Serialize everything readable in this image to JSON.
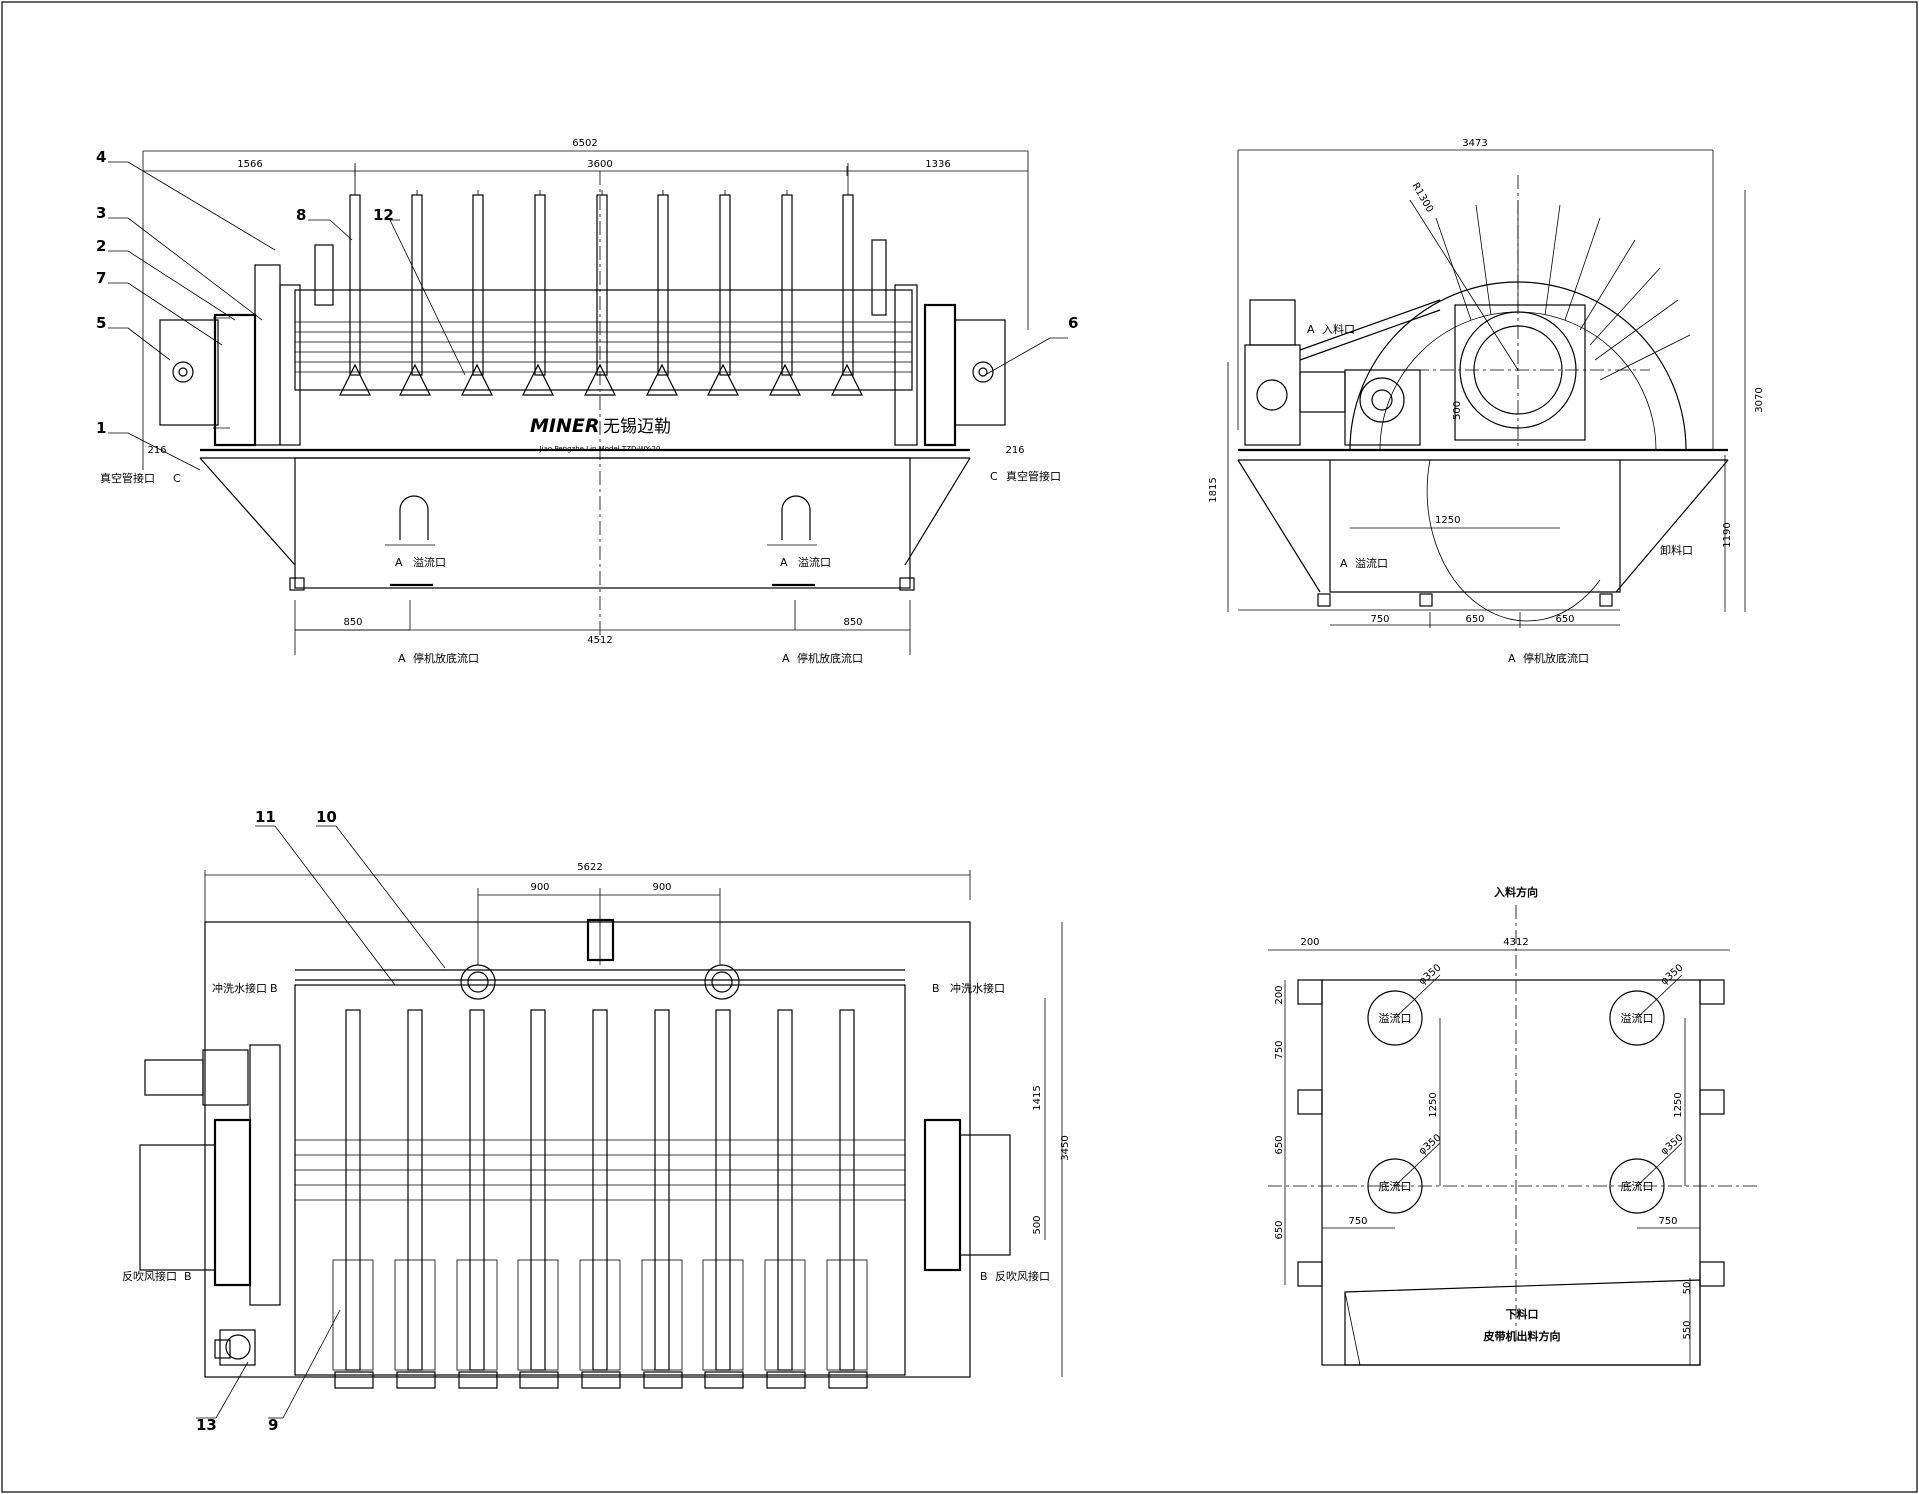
{
  "front_view": {
    "dims": {
      "overall": "6502",
      "left": "1566",
      "mid": "3600",
      "right": "1336",
      "edge_left": "216",
      "edge_right": "216",
      "base_gap_left": "850",
      "base_gap_right": "850",
      "base": "4512"
    },
    "balloons": [
      "4",
      "3",
      "2",
      "7",
      "5",
      "1",
      "8",
      "12",
      "6"
    ],
    "section_a": "A",
    "section_c": "C",
    "labels": {
      "vacuum_left": "真空管接口",
      "vacuum_right": "真空管接口",
      "overflow_left": "溢流口",
      "overflow_right": "溢流口",
      "drain_left": "停机放底流口",
      "drain_right": "停机放底流口"
    },
    "brand": {
      "name": "MINER",
      "cn": "无锡迈勒",
      "sub": "Jiao Pengzhe Lin Model TZD-WY-20"
    }
  },
  "side_view": {
    "dims": {
      "width": "3473",
      "height": "3070",
      "left_height": "1815",
      "tank_height": "1190",
      "radius": "R1300",
      "shaft": "1250",
      "b1": "750",
      "b2": "650",
      "b3": "650",
      "small": "500"
    },
    "labels": {
      "feed": "入料口",
      "overflow": "溢流口",
      "discharge": "卸料口",
      "drain": "停机放底流口"
    },
    "section_a": "A"
  },
  "top_view": {
    "dims": {
      "overall": "5622",
      "pitch_left": "900",
      "pitch_right": "900",
      "h1415": "1415",
      "h3450": "3450",
      "h500": "500"
    },
    "balloons": [
      "11",
      "10",
      "13",
      "9"
    ],
    "labels": {
      "flush_left": "冲洗水接口",
      "flush_right": "冲洗水接口",
      "blow_left": "反吹风接口",
      "blow_right": "反吹风接口"
    },
    "section_b": "B"
  },
  "foundation_plan": {
    "dims": {
      "width": "4312",
      "edge": "200",
      "top": "200",
      "r1": "750",
      "r2": "650",
      "r3": "650",
      "mid_h": "1250",
      "mid_h2": "1250",
      "left_off": "750",
      "right_off": "750",
      "bottom_h": "550",
      "small_50": "50"
    },
    "holes": [
      "φ350",
      "φ350",
      "φ350",
      "φ350"
    ],
    "hole_labels": [
      "溢流口",
      "溢流口",
      "底流口",
      "底流口"
    ],
    "labels": {
      "feed_direction": "入料方向",
      "outlet": "下料口",
      "belt_direction": "皮带机出料方向"
    }
  }
}
